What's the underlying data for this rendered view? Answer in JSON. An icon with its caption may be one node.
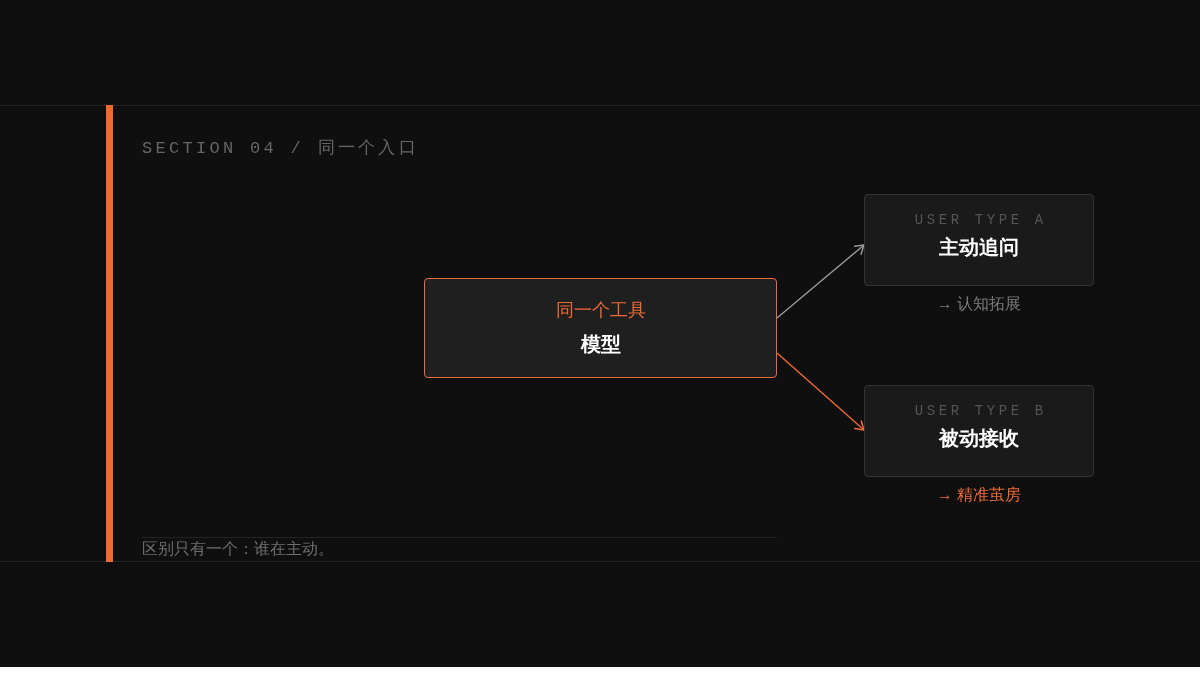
{
  "diagram": {
    "title": "SECTION 04 / 同一个入口",
    "caption": "区别只有一个：谁在主动。",
    "nodes": [
      {
        "text": [
          "同一个工具",
          "模型"
        ]
      },
      {
        "text": [
          "USER TYPE A",
          "主动追问"
        ],
        "beside": [
          "→ 认知拓展"
        ]
      },
      {
        "text": [
          "USER TYPE B",
          "被动接收"
        ],
        "beside": [
          "→ 精准茧房"
        ]
      }
    ],
    "edges": [
      {
        "from": 0,
        "to": 1,
        "arrow": "to",
        "color": "#9a9a9a"
      },
      {
        "from": 0,
        "to": 2,
        "arrow": "to",
        "color": "#ec6a36"
      }
    ]
  }
}
